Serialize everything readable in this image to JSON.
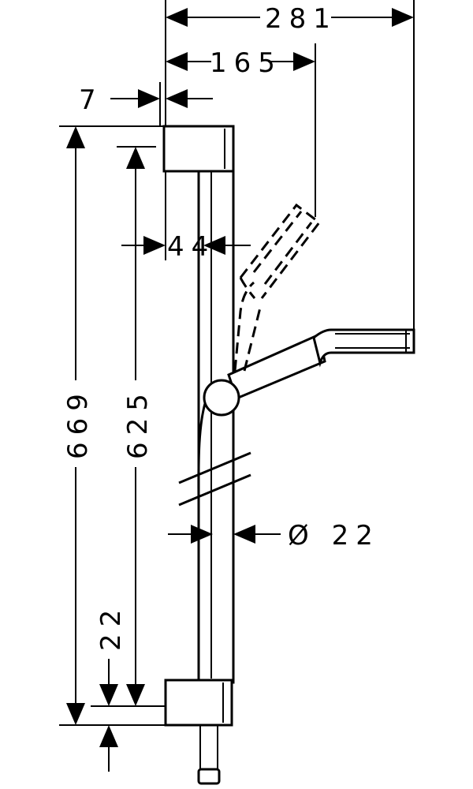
{
  "dimensions": {
    "overall_reach": "281",
    "hand_shower_offset": "165",
    "bracket_offset": "7",
    "rail_standoff": "44",
    "total_height": "669",
    "rail_length": "625",
    "rail_diameter": "Ø 22",
    "lower_clearance": "22"
  },
  "colors": {
    "line": "#000000",
    "background": "#ffffff"
  }
}
